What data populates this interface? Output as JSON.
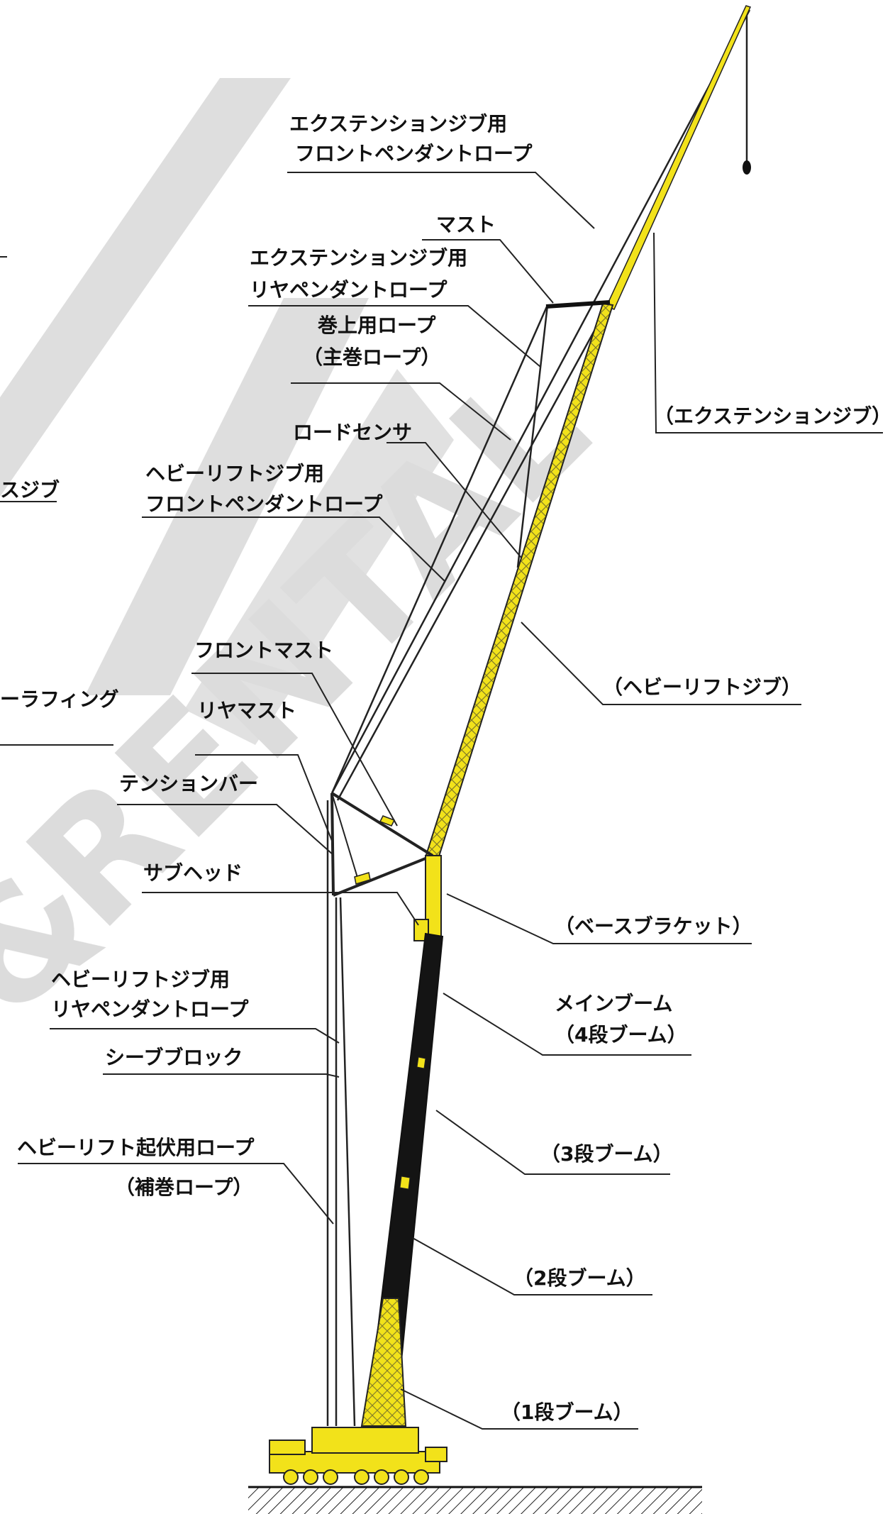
{
  "colors": {
    "boom_yellow": "#f2e21a",
    "boom_black": "#141414",
    "ink": "#111111",
    "watermark": "#d2d2d2"
  },
  "watermark": {
    "line1": "RENTAL",
    "line2": "&"
  },
  "labels": {
    "ext_jib_front_pendant": [
      "エクステンションジブ用",
      "フロントペンダントロープ"
    ],
    "mast": "マスト",
    "ext_jib_rear_pendant": [
      "エクステンションジブ用",
      "リヤペンダントロープ"
    ],
    "hoist_rope": [
      "巻上用ロープ",
      "（主巻ロープ）"
    ],
    "extension_jib": "（エクステンションジブ）",
    "load_sensor": "ロードセンサ",
    "hl_jib_front_pendant": [
      "ヘビーリフトジブ用",
      "フロントペンダントロープ"
    ],
    "heavy_lift_jib": "（ヘビーリフトジブ）",
    "front_mast": "フロントマスト",
    "rear_mast": "リヤマスト",
    "tension_bar": "テンションバー",
    "sub_head": "サブヘッド",
    "base_bracket": "（ベースブラケット）",
    "hl_jib_rear_pendant": [
      "ヘビーリフトジブ用",
      "リヤペンダントロープ"
    ],
    "main_boom": [
      "メインブーム",
      "（4段ブーム）"
    ],
    "sheave_block": "シーブブロック",
    "boom_3": "（3段ブーム）",
    "hl_luffing_rope": [
      "ヘビーリフト起伏用ロープ",
      "（補巻ロープ）"
    ],
    "boom_2": "（2段ブーム）",
    "boom_1": "（1段ブーム）",
    "partial_left_1": "スジブ",
    "partial_left_2": "ーラフィング"
  }
}
